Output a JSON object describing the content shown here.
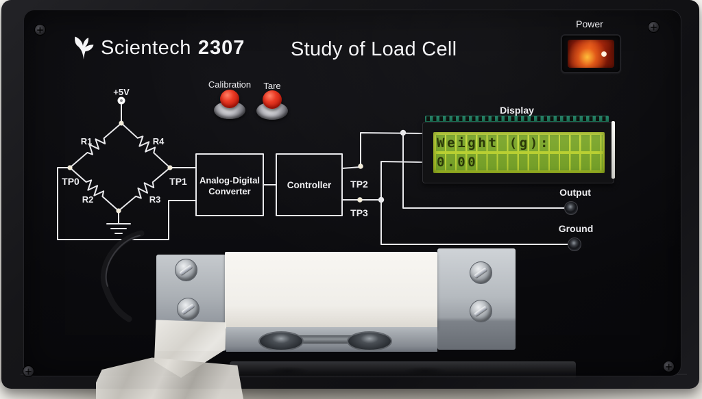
{
  "header": {
    "brand": "Scientech",
    "model": "2307",
    "title": "Study of Load Cell"
  },
  "power": {
    "label": "Power"
  },
  "controls": {
    "calibration_label": "Calibration",
    "tare_label": "Tare"
  },
  "schematic": {
    "supply": "+5V",
    "r1": "R1",
    "r2": "R2",
    "r3": "R3",
    "r4": "R4",
    "tp0": "TP0",
    "tp1": "TP1",
    "tp2": "TP2",
    "tp3": "TP3",
    "adc_line1": "Analog-Digital",
    "adc_line2": "Converter",
    "controller": "Controller",
    "display_label": "Display",
    "output_label": "Output",
    "ground_label": "Ground"
  },
  "lcd": {
    "line1": "Weight (g):",
    "line2": "0.00"
  },
  "colors": {
    "panel": "#08080b",
    "silkscreen": "#ececef",
    "button_red": "#d32a1a",
    "power_glow": "#ff8c28",
    "lcd_screen": "#c3d42f",
    "lcd_cell": "#84b542",
    "lcd_text": "#2b3808",
    "pcb_teal": "#1c7152"
  }
}
